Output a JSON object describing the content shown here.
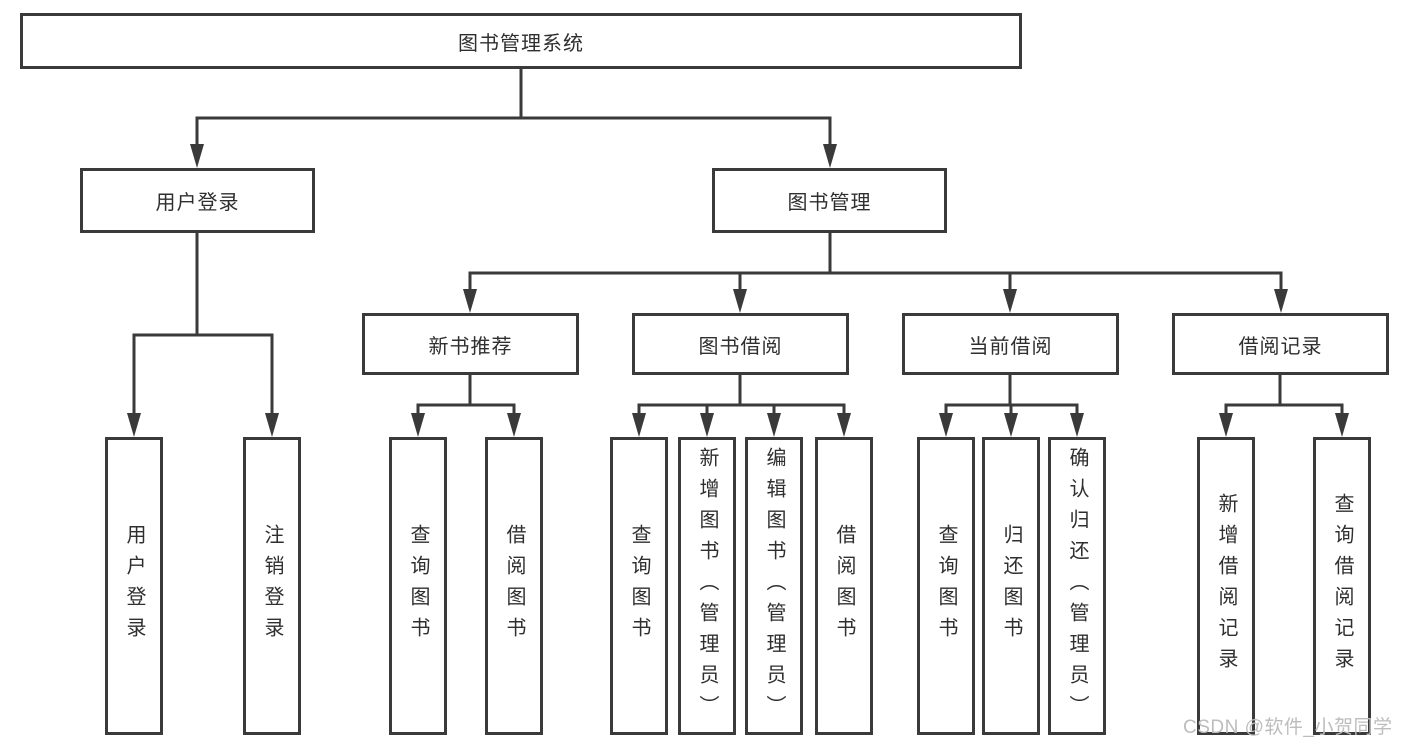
{
  "diagram": {
    "type": "hierarchy-tree",
    "title": "图书管理系统"
  },
  "nodes": {
    "root": {
      "label": "图书管理系统"
    },
    "level2": [
      {
        "label": "用户登录",
        "parent": "图书管理系统"
      },
      {
        "label": "图书管理",
        "parent": "图书管理系统"
      }
    ],
    "level3": [
      {
        "label": "新书推荐",
        "parent": "图书管理"
      },
      {
        "label": "图书借阅",
        "parent": "图书管理"
      },
      {
        "label": "当前借阅",
        "parent": "图书管理"
      },
      {
        "label": "借阅记录",
        "parent": "图书管理"
      }
    ],
    "leaves": [
      {
        "label": "用户登录",
        "parent": "用户登录"
      },
      {
        "label": "注销登录",
        "parent": "用户登录"
      },
      {
        "label": "查询图书",
        "parent": "新书推荐"
      },
      {
        "label": "借阅图书",
        "parent": "新书推荐"
      },
      {
        "label": "查询图书",
        "parent": "图书借阅"
      },
      {
        "label": "新增图书（管理员）",
        "parent": "图书借阅"
      },
      {
        "label": "编辑图书（管理员）",
        "parent": "图书借阅"
      },
      {
        "label": "借阅图书",
        "parent": "图书借阅"
      },
      {
        "label": "查询图书",
        "parent": "当前借阅"
      },
      {
        "label": "归还图书",
        "parent": "当前借阅"
      },
      {
        "label": "确认归还（管理员）",
        "parent": "当前借阅"
      },
      {
        "label": "新增借阅记录",
        "parent": "借阅记录"
      },
      {
        "label": "查询借阅记录",
        "parent": "借阅记录"
      }
    ]
  },
  "watermark": {
    "text": "CSDN @软件_小贺同学",
    "color": "#bdbdbd"
  },
  "colors": {
    "line": "#3a3a3a",
    "box_border": "#3a3a3a",
    "box_bg": "#ffffff",
    "text": "#2f2f2f"
  }
}
